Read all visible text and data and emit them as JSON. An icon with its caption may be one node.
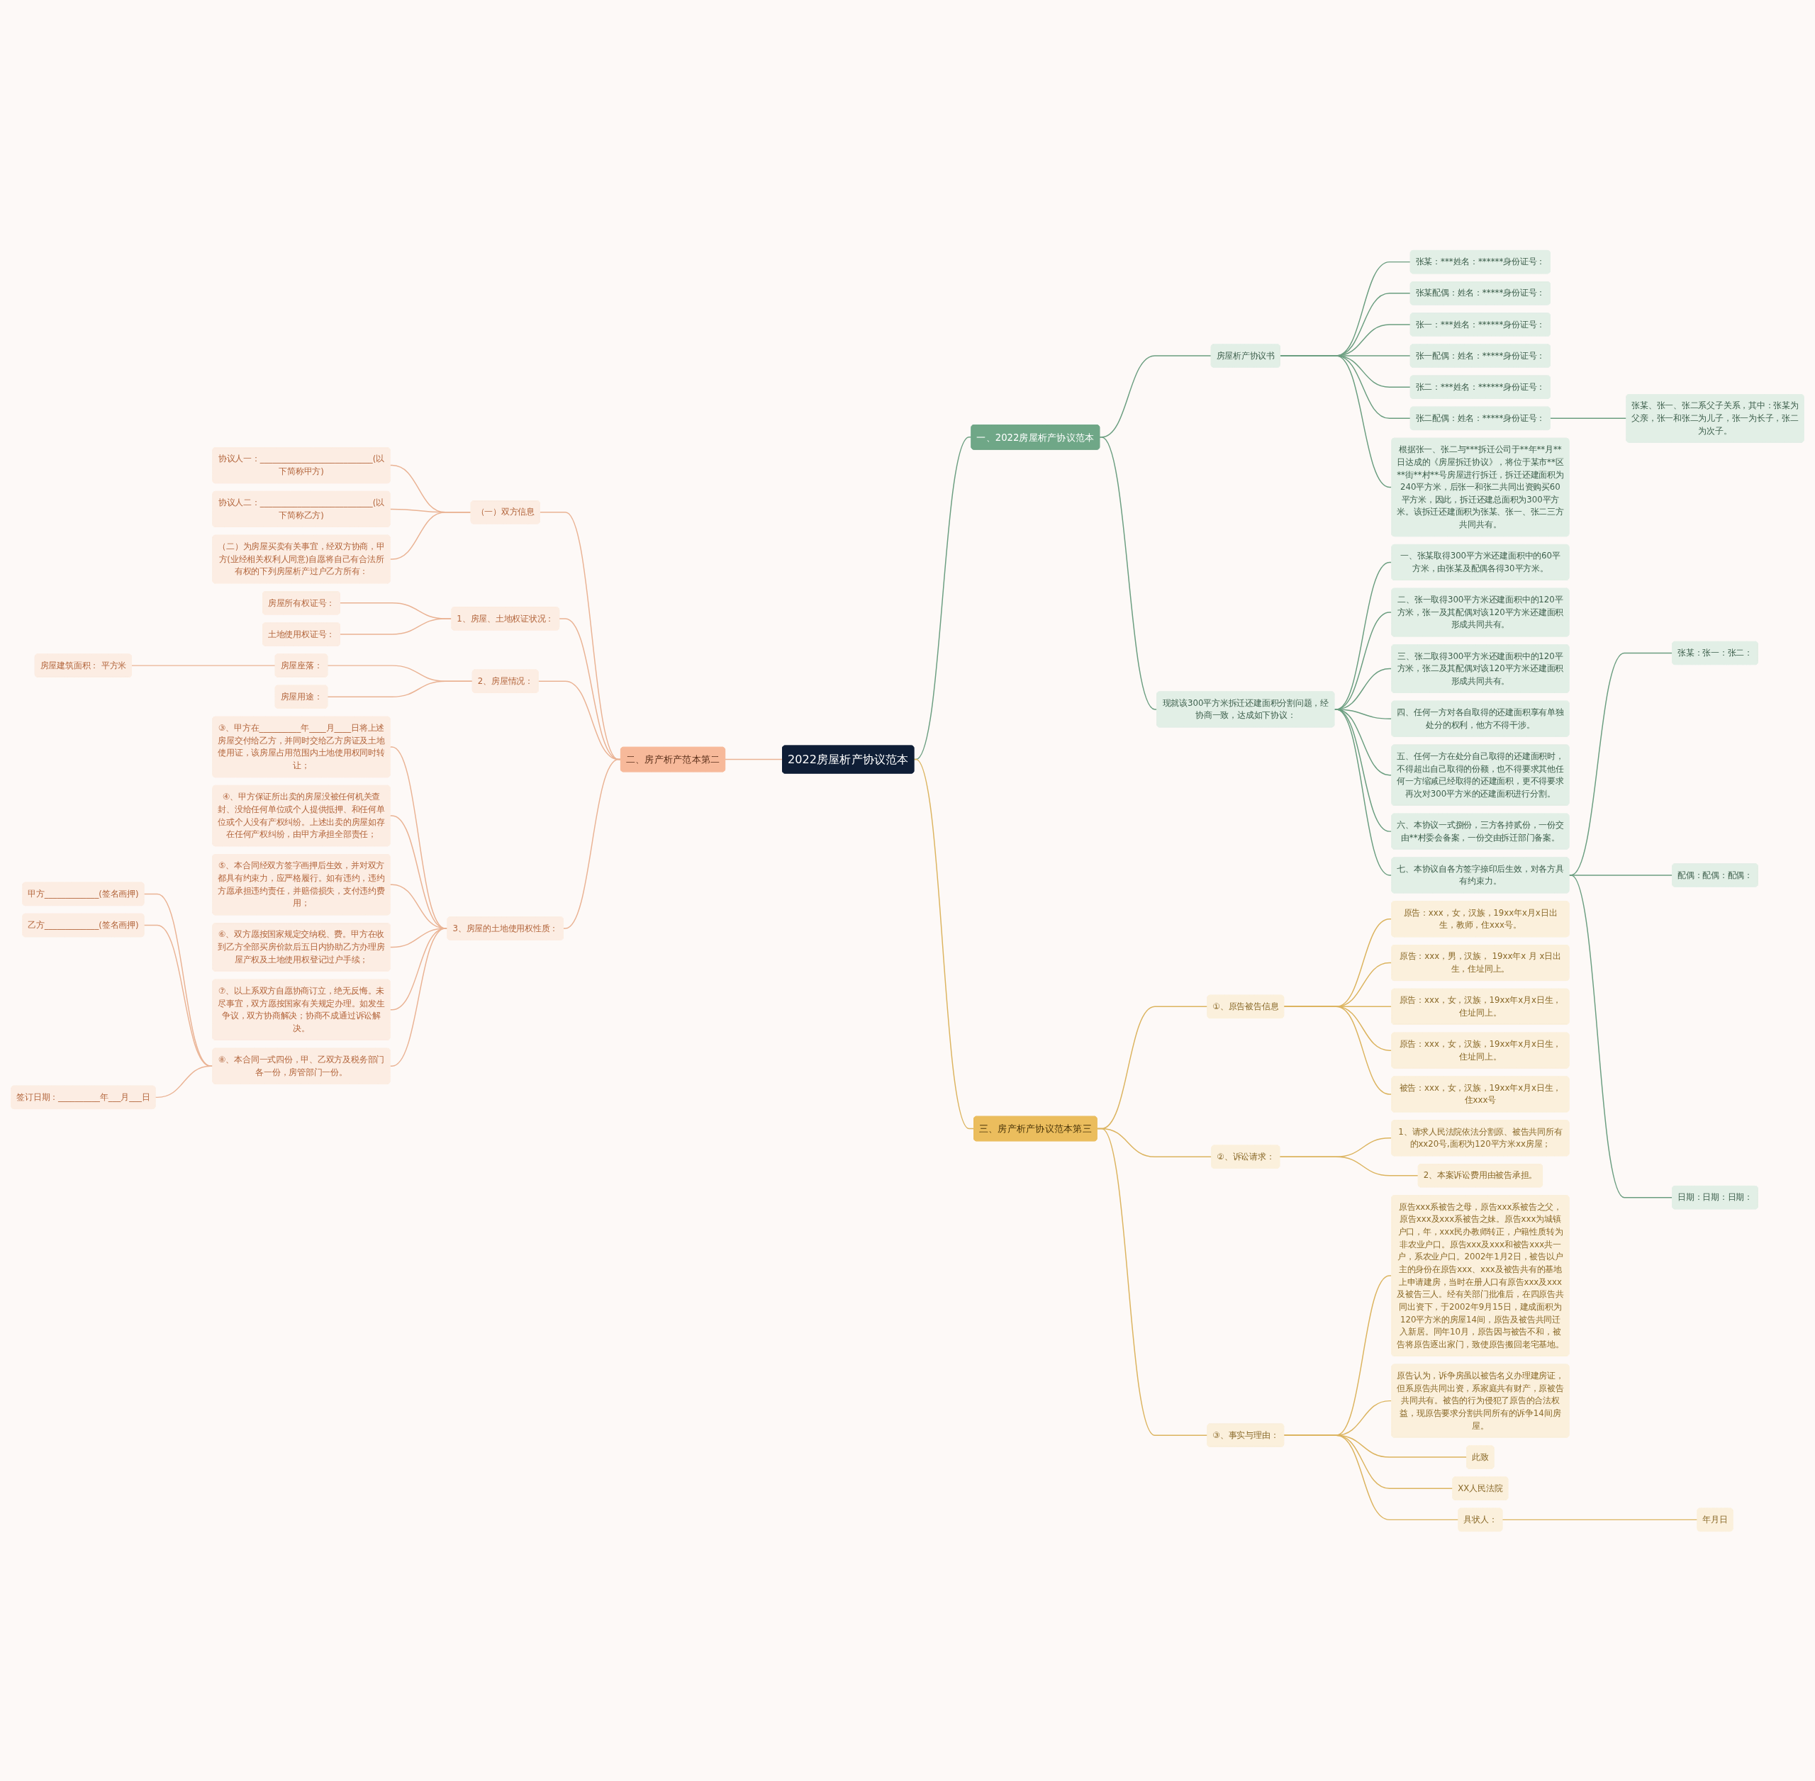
{
  "diagram": {
    "nodes": [
      {
        "text": [
          "2022房屋析产协议范本"
        ]
      },
      {
        "text": [
          "一、2022房屋析产协议范本"
        ]
      },
      {
        "text": [
          "房屋析产协议书"
        ]
      },
      {
        "text": [
          "张某：***姓名：******身份证号："
        ]
      },
      {
        "text": [
          "张某配偶：姓名：*****身份证号："
        ]
      },
      {
        "text": [
          "张一：***姓名：******身份证号："
        ]
      },
      {
        "text": [
          "张一配偶：姓名：*****身份证号："
        ]
      },
      {
        "text": [
          "张二：***姓名：******身份证号："
        ]
      },
      {
        "text": [
          "张二配偶：姓名：*****身份证号："
        ]
      },
      {
        "text": [
          "张某、张一、张二系父子关系，其中：张某为父亲，张一和张二为儿子，张一为长子，张二为次子。"
        ]
      },
      {
        "text": [
          "根据张一、张二与***拆迁公司于**年**月**日达成的《房屋拆迁协议》，将位于某市**区**街**村**号房屋进行拆迁，拆迁还建面积为240平方米，后张一和张二共同出资购买60平方米，因此，拆迁还建总面积为300平方米。该拆迁还建面积为张某、张一、张二三方共同共有。"
        ]
      },
      {
        "text": [
          "现就该300平方米拆迁还建面积分割问题，经协商一致，达成如下协议："
        ]
      },
      {
        "text": [
          "一、张某取得300平方米还建面积中的60平方米，由张某及配偶各得30平方米。"
        ]
      },
      {
        "text": [
          "二、张一取得300平方米还建面积中的120平方米，张一及其配偶对该120平方米还建面积形成共同共有。"
        ]
      },
      {
        "text": [
          "三、张二取得300平方米还建面积中的120平方米，张二及其配偶对该120平方米还建面积形成共同共有。"
        ]
      },
      {
        "text": [
          "四、任何一方对各自取得的还建面积享有单独处分的权利，他方不得干涉。"
        ]
      },
      {
        "text": [
          "五、任何一方在处分自己取得的还建面积时，不得超出自己取得的份额，也不得要求其他任何一方缩减已经取得的还建面积，更不得要求再次对300平方米的还建面积进行分割。"
        ]
      },
      {
        "text": [
          "六、本协议一式捌份，三方各持贰份，一份交由**村委会备案，一份交由拆迁部门备案。"
        ]
      },
      {
        "text": [
          "七、本协议自各方签字捺印后生效，对各方具有约束力。"
        ]
      },
      {
        "text": [
          "张某：张一：张二："
        ]
      },
      {
        "text": [
          "配偶：配偶：配偶："
        ]
      },
      {
        "text": [
          "日期：日期：日期："
        ]
      },
      {
        "text": [
          "二、房产析产范本第二"
        ]
      },
      {
        "text": [
          "（一）双方信息"
        ]
      },
      {
        "text": [
          "协议人一：___________________________(以下简称甲方)"
        ]
      },
      {
        "text": [
          "协议人二：___________________________(以下简称乙方)"
        ]
      },
      {
        "text": [
          "（二）为房屋买卖有关事宜，经双方协商，甲方(业经相关权利人同意)自愿将自己有合法所有权的下列房屋析产过户乙方所有："
        ]
      },
      {
        "text": [
          "1、房屋、土地权证状况："
        ]
      },
      {
        "text": [
          "房屋所有权证号："
        ]
      },
      {
        "text": [
          "土地使用权证号："
        ]
      },
      {
        "text": [
          "2、房屋情况："
        ]
      },
      {
        "text": [
          "房屋座落："
        ]
      },
      {
        "text": [
          "房屋建筑面积： 平方米"
        ]
      },
      {
        "text": [
          "房屋用途："
        ]
      },
      {
        "text": [
          "3、房屋的土地使用权性质："
        ]
      },
      {
        "text": [
          "③、甲方在__________年____月____日将上述房屋交付给乙方，并同时交给乙方房证及土地使用证，该房屋占用范围内土地使用权同时转让；"
        ]
      },
      {
        "text": [
          "④、甲方保证所出卖的房屋没被任何机关查封、没给任何单位或个人提供抵押、和任何单位或个人没有产权纠纷。上述出卖的房屋如存在任何产权纠纷，由甲方承担全部责任；"
        ]
      },
      {
        "text": [
          "⑤、本合同经双方签字画押后生效，并对双方都具有约束力，应严格履行。如有违约，违约方愿承担违约责任，并赔偿损失，支付违约费用；"
        ]
      },
      {
        "text": [
          "⑥、双方愿按国家规定交纳税、费。甲方在收到乙方全部买房价款后五日内协助乙方办理房屋产权及土地使用权登记过户手续；"
        ]
      },
      {
        "text": [
          "⑦、以上系双方自愿协商订立，绝无反悔。未尽事宜，双方愿按国家有关规定办理。如发生争议，双方协商解决；协商不成通过诉讼解决。"
        ]
      },
      {
        "text": [
          "⑧、本合同一式四份，甲、乙双方及税务部门各一份，房管部门一份。"
        ]
      },
      {
        "text": [
          "甲方_____________(签名画押)"
        ]
      },
      {
        "text": [
          "乙方_____________(签名画押)"
        ]
      },
      {
        "text": [
          "签订日期：__________年___月___日"
        ]
      },
      {
        "text": [
          "三、房产析产协议范本第三"
        ]
      },
      {
        "text": [
          "①、原告被告信息"
        ]
      },
      {
        "text": [
          "原告：xxx，女，汉族，19xx年x月x日出生，教师，住xxx号。"
        ]
      },
      {
        "text": [
          "原告：xxx，男，汉族， 19xx年x 月 x日出生，住址同上。"
        ]
      },
      {
        "text": [
          "原告：xxx，女，汉族，19xx年x月x日生，住址同上。"
        ]
      },
      {
        "text": [
          "原告：xxx，女，汉族，19xx年x月x日生，住址同上。"
        ]
      },
      {
        "text": [
          "被告：xxx，女，汉族，19xx年x月x日生，住xxx号"
        ]
      },
      {
        "text": [
          "②、诉讼请求："
        ]
      },
      {
        "text": [
          "1、请求人民法院依法分割原、被告共同所有的xx20号,面积为120平方米xx房屋；"
        ]
      },
      {
        "text": [
          "2、本案诉讼费用由被告承担。"
        ]
      },
      {
        "text": [
          "③、事实与理由："
        ]
      },
      {
        "text": [
          "原告xxx系被告之母，原告xxx系被告之父，原告xxx及xxx系被告之妹。原告xxx为城镇户口，年，xxx民办教师转正，户籍性质转为非农业户口。原告xxx及xxx和被告xxx共一户，系农业户口。2002年1月2日，被告以户主的身份在原告xxx、xxx及被告共有的基地上申请建房，当时在册人口有原告xxx及xxx及被告三人。经有关部门批准后，在四原告共同出资下，于2002年9月15日，建成面积为120平方米的房屋14间，原告及被告共同迁入新居。同年10月，原告因与被告不和，被告将原告逐出家门，致使原告搬回老宅基地。"
        ]
      },
      {
        "text": [
          "原告认为，诉争房虽以被告名义办理建房证，但系原告共同出资，系家庭共有财产，原被告共同共有。被告的行为侵犯了原告的合法权益，现原告要求分割共同所有的诉争14间房屋。"
        ]
      },
      {
        "text": [
          "此致"
        ]
      },
      {
        "text": [
          "XX人民法院"
        ]
      },
      {
        "text": [
          "具状人："
        ]
      },
      {
        "text": [
          "年月日"
        ]
      }
    ],
    "edges": [
      {
        "from": 0,
        "to": 1,
        "arrow": "none",
        "color": "#6b9e80"
      },
      {
        "from": 1,
        "to": 2,
        "arrow": "none",
        "color": "#6b9e80"
      },
      {
        "from": 2,
        "to": 3,
        "arrow": "none",
        "color": "#6b9e80"
      },
      {
        "from": 2,
        "to": 4,
        "arrow": "none",
        "color": "#6b9e80"
      },
      {
        "from": 2,
        "to": 5,
        "arrow": "none",
        "color": "#6b9e80"
      },
      {
        "from": 2,
        "to": 6,
        "arrow": "none",
        "color": "#6b9e80"
      },
      {
        "from": 2,
        "to": 7,
        "arrow": "none",
        "color": "#6b9e80"
      },
      {
        "from": 2,
        "to": 8,
        "arrow": "none",
        "color": "#6b9e80"
      },
      {
        "from": 8,
        "to": 9,
        "arrow": "none",
        "color": "#6b9e80"
      },
      {
        "from": 2,
        "to": 10,
        "arrow": "none",
        "color": "#6b9e80"
      },
      {
        "from": 1,
        "to": 11,
        "arrow": "none",
        "color": "#6b9e80"
      },
      {
        "from": 11,
        "to": 12,
        "arrow": "none",
        "color": "#6b9e80"
      },
      {
        "from": 11,
        "to": 13,
        "arrow": "none",
        "color": "#6b9e80"
      },
      {
        "from": 11,
        "to": 14,
        "arrow": "none",
        "color": "#6b9e80"
      },
      {
        "from": 11,
        "to": 15,
        "arrow": "none",
        "color": "#6b9e80"
      },
      {
        "from": 11,
        "to": 16,
        "arrow": "none",
        "color": "#6b9e80"
      },
      {
        "from": 11,
        "to": 17,
        "arrow": "none",
        "color": "#6b9e80"
      },
      {
        "from": 11,
        "to": 18,
        "arrow": "none",
        "color": "#6b9e80"
      },
      {
        "from": 18,
        "to": 19,
        "arrow": "none",
        "color": "#6b9e80"
      },
      {
        "from": 18,
        "to": 20,
        "arrow": "none",
        "color": "#6b9e80"
      },
      {
        "from": 18,
        "to": 21,
        "arrow": "none",
        "color": "#6b9e80"
      },
      {
        "from": 22,
        "to": 0,
        "arrow": "none",
        "color": "#eab394"
      },
      {
        "from": 23,
        "to": 22,
        "arrow": "none",
        "color": "#eab394"
      },
      {
        "from": 24,
        "to": 23,
        "arrow": "none",
        "color": "#eab394"
      },
      {
        "from": 25,
        "to": 23,
        "arrow": "none",
        "color": "#eab394"
      },
      {
        "from": 26,
        "to": 23,
        "arrow": "none",
        "color": "#eab394"
      },
      {
        "from": 27,
        "to": 22,
        "arrow": "none",
        "color": "#eab394"
      },
      {
        "from": 28,
        "to": 27,
        "arrow": "none",
        "color": "#eab394"
      },
      {
        "from": 29,
        "to": 27,
        "arrow": "none",
        "color": "#eab394"
      },
      {
        "from": 30,
        "to": 22,
        "arrow": "none",
        "color": "#eab394"
      },
      {
        "from": 31,
        "to": 30,
        "arrow": "none",
        "color": "#eab394"
      },
      {
        "from": 32,
        "to": 31,
        "arrow": "none",
        "color": "#eab394"
      },
      {
        "from": 33,
        "to": 30,
        "arrow": "none",
        "color": "#eab394"
      },
      {
        "from": 34,
        "to": 22,
        "arrow": "none",
        "color": "#eab394"
      },
      {
        "from": 35,
        "to": 34,
        "arrow": "none",
        "color": "#eab394"
      },
      {
        "from": 36,
        "to": 34,
        "arrow": "none",
        "color": "#eab394"
      },
      {
        "from": 37,
        "to": 34,
        "arrow": "none",
        "color": "#eab394"
      },
      {
        "from": 38,
        "to": 34,
        "arrow": "none",
        "color": "#eab394"
      },
      {
        "from": 39,
        "to": 34,
        "arrow": "none",
        "color": "#eab394"
      },
      {
        "from": 40,
        "to": 34,
        "arrow": "none",
        "color": "#eab394"
      },
      {
        "from": 41,
        "to": 40,
        "arrow": "none",
        "color": "#eab394"
      },
      {
        "from": 42,
        "to": 40,
        "arrow": "none",
        "color": "#eab394"
      },
      {
        "from": 43,
        "to": 40,
        "arrow": "none",
        "color": "#eab394"
      },
      {
        "from": 0,
        "to": 44,
        "arrow": "none",
        "color": "#dcb45f"
      },
      {
        "from": 44,
        "to": 45,
        "arrow": "none",
        "color": "#dcb45f"
      },
      {
        "from": 45,
        "to": 46,
        "arrow": "none",
        "color": "#dcb45f"
      },
      {
        "from": 45,
        "to": 47,
        "arrow": "none",
        "color": "#dcb45f"
      },
      {
        "from": 45,
        "to": 48,
        "arrow": "none",
        "color": "#dcb45f"
      },
      {
        "from": 45,
        "to": 49,
        "arrow": "none",
        "color": "#dcb45f"
      },
      {
        "from": 45,
        "to": 50,
        "arrow": "none",
        "color": "#dcb45f"
      },
      {
        "from": 44,
        "to": 51,
        "arrow": "none",
        "color": "#dcb45f"
      },
      {
        "from": 51,
        "to": 52,
        "arrow": "none",
        "color": "#dcb45f"
      },
      {
        "from": 51,
        "to": 53,
        "arrow": "none",
        "color": "#dcb45f"
      },
      {
        "from": 44,
        "to": 54,
        "arrow": "none",
        "color": "#dcb45f"
      },
      {
        "from": 54,
        "to": 55,
        "arrow": "none",
        "color": "#dcb45f"
      },
      {
        "from": 54,
        "to": 56,
        "arrow": "none",
        "color": "#dcb45f"
      },
      {
        "from": 54,
        "to": 57,
        "arrow": "none",
        "color": "#dcb45f"
      },
      {
        "from": 54,
        "to": 58,
        "arrow": "none",
        "color": "#dcb45f"
      },
      {
        "from": 54,
        "to": 59,
        "arrow": "none",
        "color": "#dcb45f"
      },
      {
        "from": 59,
        "to": 60,
        "arrow": "none",
        "color": "#dcb45f"
      }
    ]
  }
}
